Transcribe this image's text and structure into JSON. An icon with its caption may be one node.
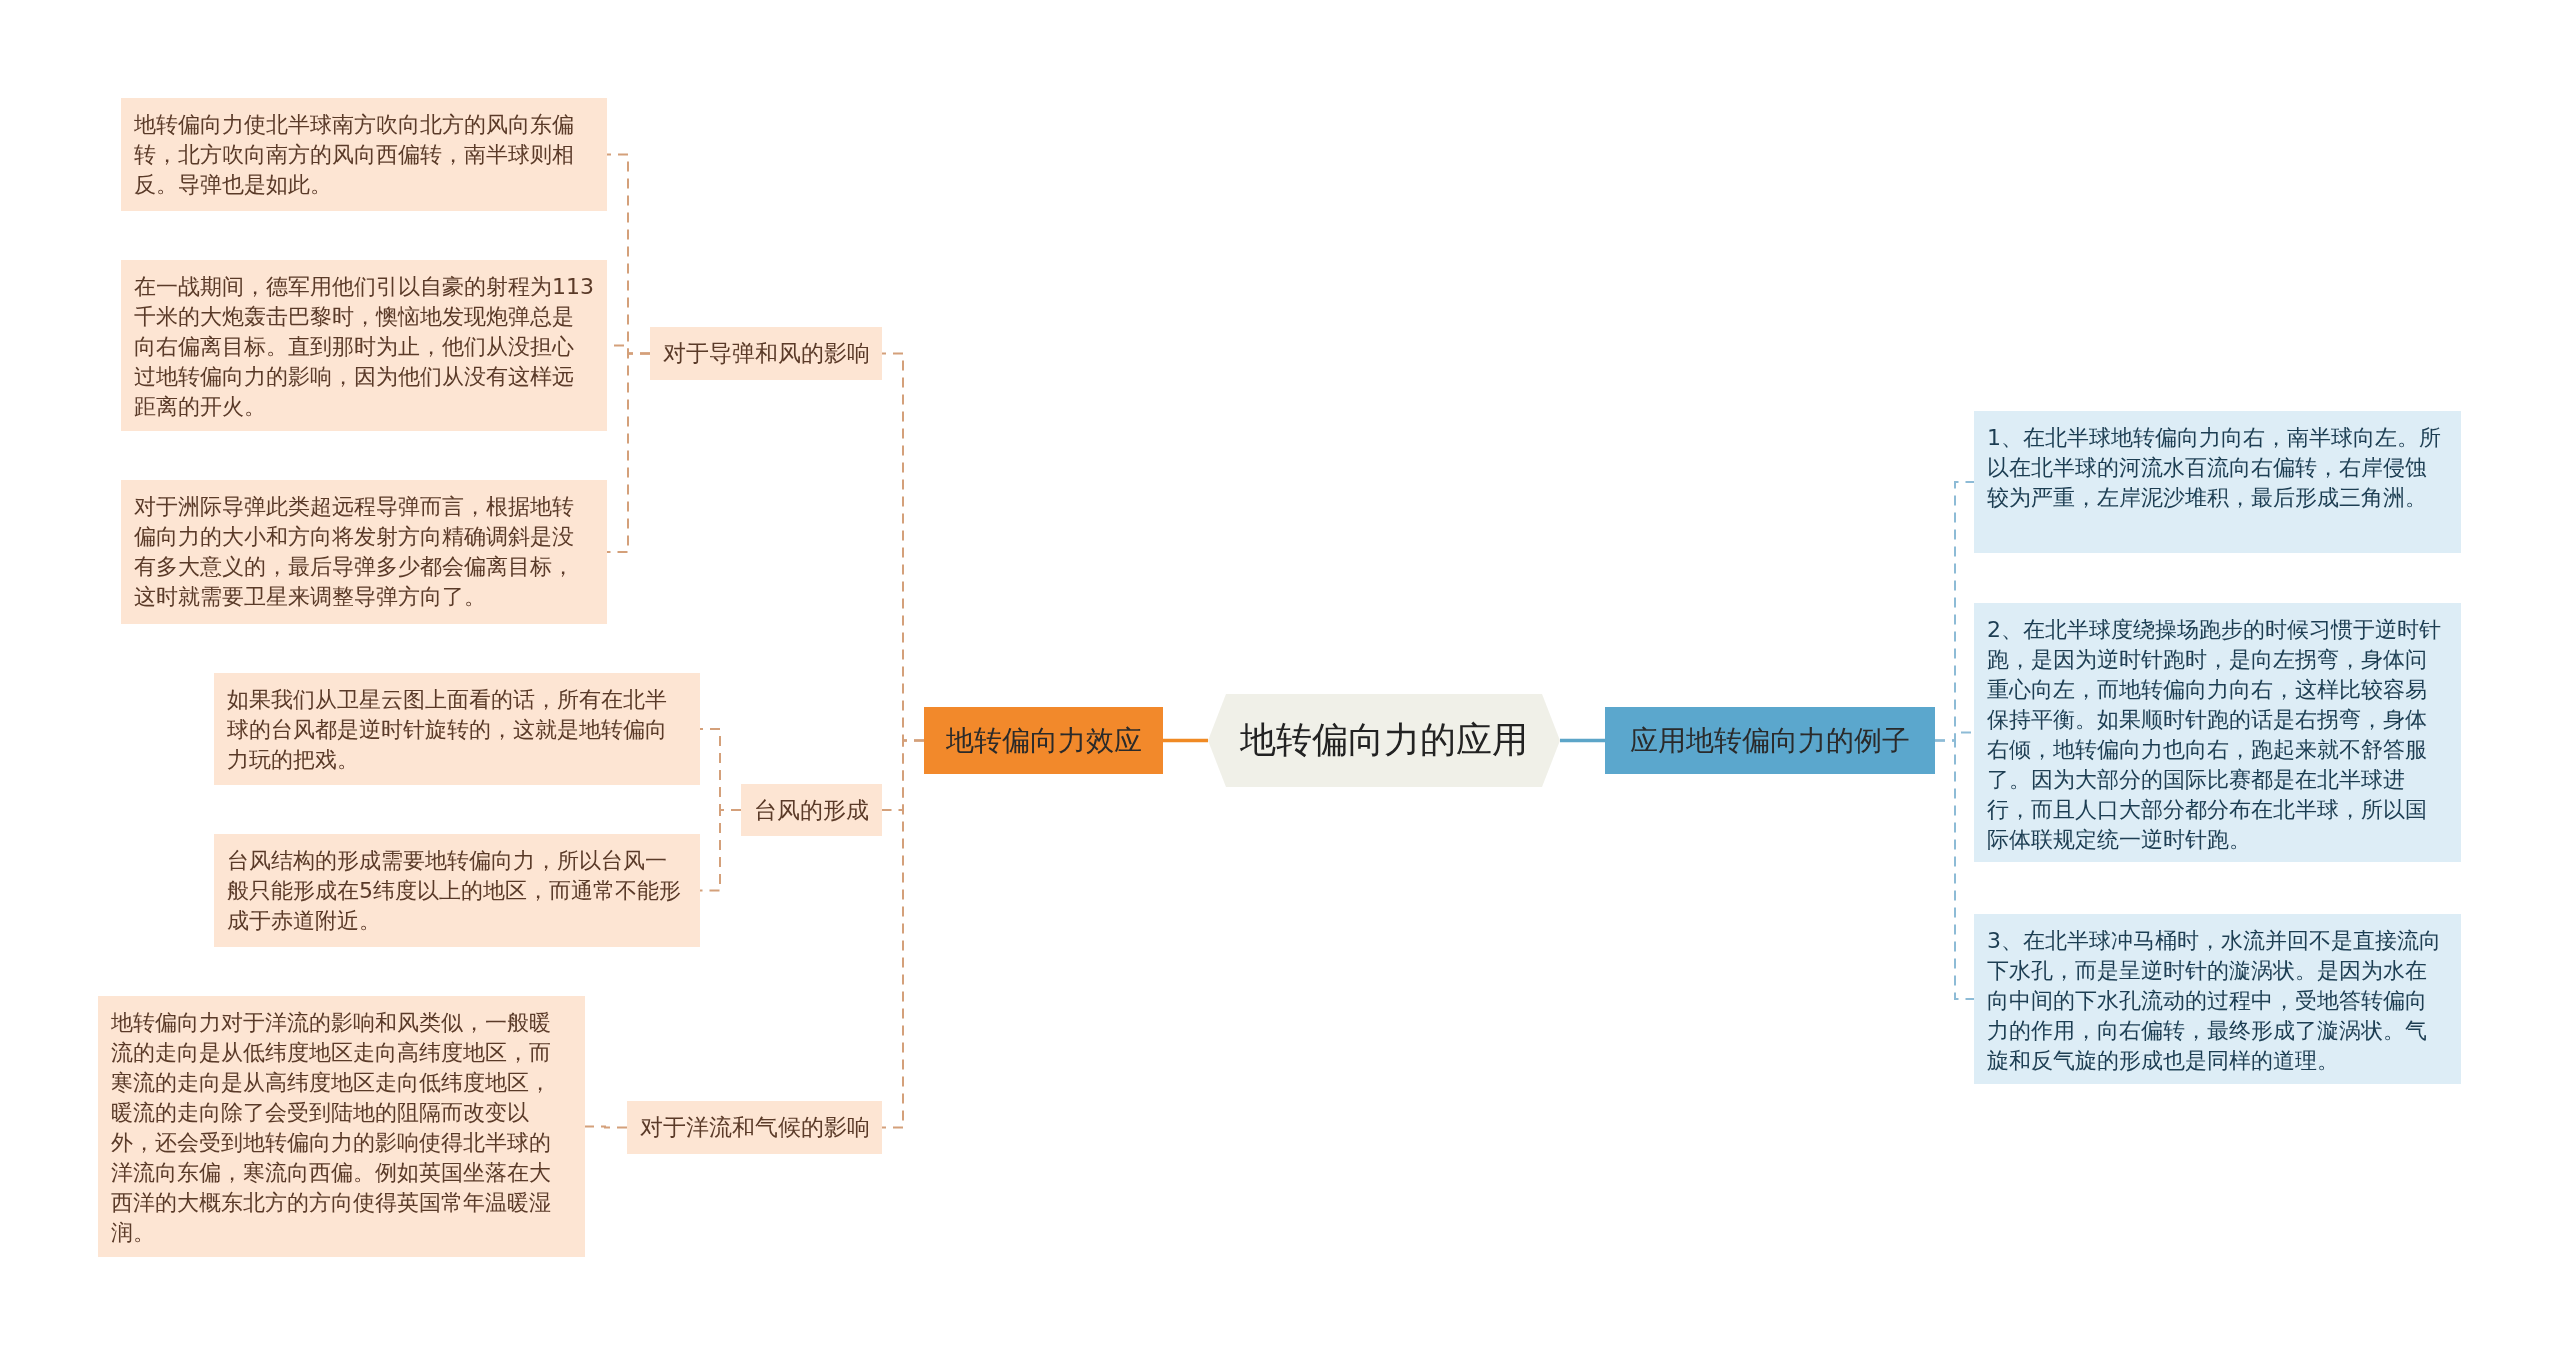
{
  "diagram": {
    "nodes": [
      {
        "text": [
          "地转偏向力的应用"
        ]
      },
      {
        "text": [
          "地转偏向力效应"
        ]
      },
      {
        "text": [
          "对于导弹和风的影响"
        ]
      },
      {
        "text": [
          "地转偏向力使北半球南方吹向北方的风向东偏转，北方吹向南方的风向西偏转，南半球则相反。导弹也是如此。"
        ]
      },
      {
        "text": [
          "在一战期间，德军用他们引以自豪的射程为113千米的大炮轰击巴黎时，懊恼地发现炮弹总是向右偏离目标。直到那时为止，他们从没担心过地转偏向力的影响，因为他们从没有这样远距离的开火。"
        ]
      },
      {
        "text": [
          "对于洲际导弹此类超远程导弹而言，根据地转偏向力的大小和方向将发射方向精确调斜是没有多大意义的，最后导弹多少都会偏离目标，这时就需要卫星来调整导弹方向了。"
        ]
      },
      {
        "text": [
          "台风的形成"
        ]
      },
      {
        "text": [
          "如果我们从卫星云图上面看的话，所有在北半球的台风都是逆时针旋转的，这就是地转偏向力玩的把戏。"
        ]
      },
      {
        "text": [
          "台风结构的形成需要地转偏向力，所以台风一般只能形成在5纬度以上的地区，而通常不能形成于赤道附近。"
        ]
      },
      {
        "text": [
          "对于洋流和气候的影响"
        ]
      },
      {
        "text": [
          "地转偏向力对于洋流的影响和风类似，一般暖流的走向是从低纬度地区走向高纬度地区，而寒流的走向是从高纬度地区走向低纬度地区，暖流的走向除了会受到陆地的阻隔而改变以外，还会受到地转偏向力的影响使得北半球的洋流向东偏，寒流向西偏。例如英国坐落在大西洋的大概东北方的方向使得英国常年温暖湿润。"
        ]
      },
      {
        "text": [
          "应用地转偏向力的例子"
        ]
      },
      {
        "text": [
          "1、在北半球地转偏向力向右，南半球向左。所以在北半球的河流水百流向右偏转，右岸侵蚀较为严重，左岸泥沙堆积，最后形成三角洲。"
        ]
      },
      {
        "text": [
          "2、在北半球度绕操场跑步的时候习惯于逆时针跑，是因为逆时针跑时，是向左拐弯，身体问重心向左，而地转偏向力向右，这样比较容易保持平衡。如果顺时针跑的话是右拐弯，身体右倾，地转偏向力也向右，跑起来就不舒答服了。因为大部分的国际比赛都是在北半球进行，而且人口大部分都分布在北半球，所以国际体联规定统一逆时针跑。"
        ]
      },
      {
        "text": [
          "3、在北半球冲马桶时，水流并回不是直接流向下水孔，而是呈逆时针的漩涡状。是因为水在向中间的下水孔流动的过程中，受地答转偏向力的作用，向右偏转，最终形成了漩涡状。气旋和反气旋的形成也是同样的道理。"
        ]
      }
    ],
    "edges": [
      {
        "from": 0,
        "to": 1,
        "arrow": "none",
        "color": "#f08a24"
      },
      {
        "from": 1,
        "to": 2,
        "arrow": "none",
        "style": "dashed"
      },
      {
        "from": 2,
        "to": 3,
        "arrow": "none",
        "style": "dashed"
      },
      {
        "from": 2,
        "to": 4,
        "arrow": "none",
        "style": "dashed"
      },
      {
        "from": 2,
        "to": 5,
        "arrow": "none",
        "style": "dashed"
      },
      {
        "from": 1,
        "to": 6,
        "arrow": "none",
        "style": "dashed"
      },
      {
        "from": 6,
        "to": 7,
        "arrow": "none",
        "style": "dashed"
      },
      {
        "from": 6,
        "to": 8,
        "arrow": "none",
        "style": "dashed"
      },
      {
        "from": 1,
        "to": 9,
        "arrow": "none",
        "style": "dashed"
      },
      {
        "from": 9,
        "to": 10,
        "arrow": "none",
        "style": "dashed"
      },
      {
        "from": 0,
        "to": 11,
        "arrow": "none",
        "color": "#5ca5c8"
      },
      {
        "from": 11,
        "to": 12,
        "arrow": "none",
        "style": "dashed",
        "color": "#8dbbd6"
      },
      {
        "from": 11,
        "to": 13,
        "arrow": "none",
        "style": "dashed",
        "color": "#8dbbd6"
      },
      {
        "from": 11,
        "to": 14,
        "arrow": "none",
        "style": "dashed",
        "color": "#8dbbd6"
      }
    ]
  }
}
